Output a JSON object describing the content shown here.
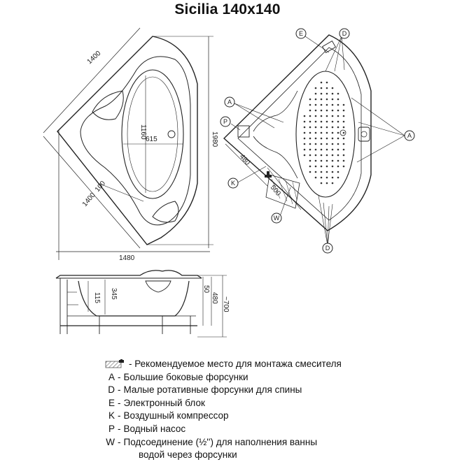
{
  "title": "Sicilia 140x140",
  "top_view": {
    "dim_side_top": "1400",
    "dim_side_bottom": "1400",
    "dim_height": "1980",
    "dim_width": "1480",
    "dim_inner_length": "1160",
    "dim_inner_width": "615",
    "dim_rim": "100"
  },
  "schematic": {
    "callouts": [
      "E",
      "D",
      "A",
      "P",
      "K",
      "W",
      "D",
      "A"
    ],
    "dim_a": "480",
    "dim_b": "500"
  },
  "side_view": {
    "dim_seat": "115",
    "dim_depth": "345",
    "dim_rim": "50",
    "dim_height": "480",
    "dim_total": "~700"
  },
  "legend": {
    "mixer_text": "- Рекомендуемое место для монтажа смесителя",
    "items": [
      {
        "key": "A",
        "text": "Большие боковые форсунки"
      },
      {
        "key": "D",
        "text": "Малые ротативные форсунки для спины"
      },
      {
        "key": "E",
        "text": "Электронный блок"
      },
      {
        "key": "K",
        "text": "Воздушный компрессор"
      },
      {
        "key": "P",
        "text": "Водный насос"
      },
      {
        "key": "W",
        "text": "Подсоединение (½'') для наполнения ванны"
      }
    ],
    "continuation": "водой через форсунки"
  }
}
